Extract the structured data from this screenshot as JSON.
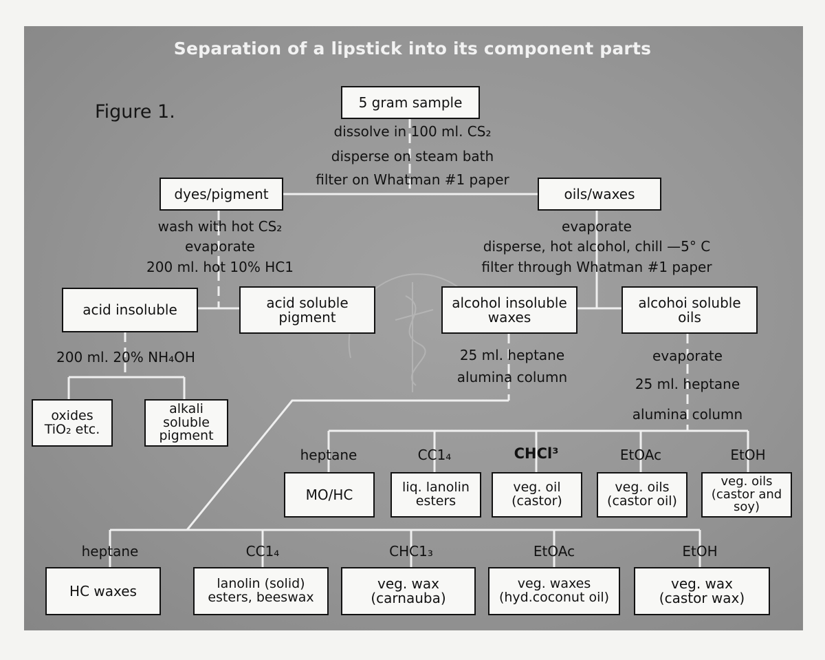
{
  "title": "Separation of a lipstick into its component parts",
  "figure_label": "Figure 1.",
  "boxes": {
    "sample": "5 gram sample",
    "dyes": "dyes/pigment",
    "oils_waxes": "oils/waxes",
    "acid_insoluble": "acid insoluble",
    "acid_soluble": "acid soluble\npigment",
    "alcohol_insoluble": "alcohol insoluble\nwaxes",
    "alcohol_soluble": "alcohoi soluble\noils",
    "oxides": "oxides\nTiO₂ etc.",
    "alkali": "alkali\nsoluble\npigment",
    "mo_hc": "MO/HC",
    "liq_lanolin": "liq. lanolin\nesters",
    "veg_oil_castor": "veg. oil\n(castor)",
    "veg_oils_castor_oil": "veg. oils\n(castor oil)",
    "veg_oils_castor_soy": "veg. oils\n(castor and\nsoy)",
    "hc_waxes": "HC waxes",
    "lanolin_solid": "lanolin (solid)\nesters, beeswax",
    "veg_wax_carnauba": "veg. wax\n(carnauba)",
    "veg_waxes_coconut": "veg. waxes\n(hyd.coconut oil)",
    "veg_wax_castor": "veg. wax\n(castor wax)"
  },
  "steps": {
    "dissolve": "dissolve in 100 ml. CS₂",
    "disperse_steam": "disperse on steam bath",
    "filter_whatman": "filter on Whatman #1 paper",
    "wash_cs2": "wash with hot CS₂",
    "evaporate_left": "evaporate",
    "hcl": "200 ml. hot 10% HC1",
    "evaporate_right": "evaporate",
    "disperse_alcohol": "disperse, hot alcohol, chill —5° C",
    "filter_through": "filter through Whatman #1 paper",
    "nh4oh": "200 ml. 20% NH₄OH",
    "heptane_25_left": "25 ml. heptane",
    "alumina_left": "alumina column",
    "evaporate_oils": "evaporate",
    "heptane_25_right": "25 ml. heptane",
    "alumina_right": "alumina column"
  },
  "eluents_upper": [
    "heptane",
    "CC1₄",
    "CHCl³",
    "EtOAc",
    "EtOH"
  ],
  "eluents_lower": [
    "heptane",
    "CC1₄",
    "CHC1₃",
    "EtOAc",
    "EtOH"
  ]
}
